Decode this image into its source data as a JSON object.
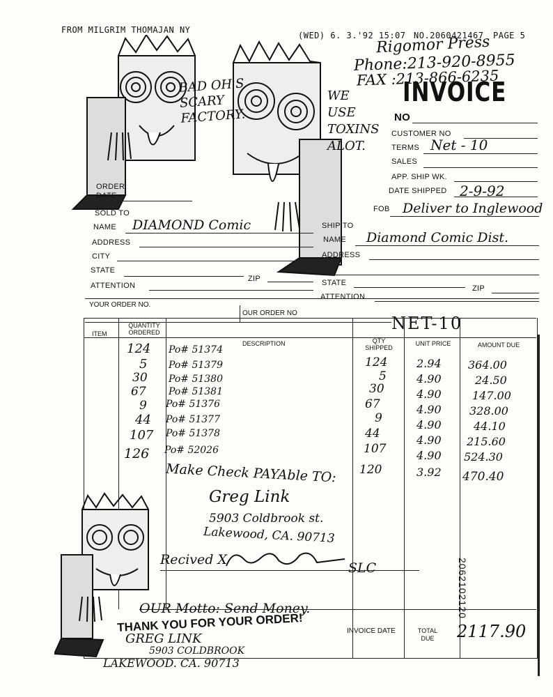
{
  "fax_header": {
    "from": "FROM MILGRIM THOMAJAN NY",
    "datetime": "(WED) 6. 3.'92 15:07",
    "number": "NO.2060421467",
    "page": "PAGE 5"
  },
  "vendor": {
    "name": "Rigomor Press",
    "phone": "Phone:213-920-8955",
    "fax": "FAX :213-866-6235"
  },
  "drawing_text": {
    "bad_ohs": "BAD OH'S SCARY FACTORY.",
    "toxins": "WE USE TOXINS ALOT."
  },
  "invoice": {
    "title": "INVOICE",
    "no_label": "NO",
    "customer_no_label": "CUSTOMER NO",
    "terms_label": "TERMS",
    "terms_value": "Net - 10",
    "sales_label": "SALES",
    "app_ship_label": "APP. SHIP WK.",
    "date_shipped_label": "DATE SHIPPED",
    "date_shipped_value": "2-9-92",
    "order_label": "ORDER",
    "date_label": "DATE",
    "fob_label": "FOB",
    "fob_value": "Deliver to Inglewood"
  },
  "sold_to": {
    "heading": "SOLD TO",
    "name_label": "NAME",
    "name_value": "DIAMOND Comic",
    "address_label": "ADDRESS",
    "city_label": "CITY",
    "state_label": "STATE",
    "zip_label": "ZIP",
    "attention_label": "ATTENTION"
  },
  "ship_to": {
    "heading": "SHIP TO",
    "name_label": "NAME",
    "name_value": "Diamond Comic Dist.",
    "address_label": "ADDRESS",
    "state_label": "STATE",
    "zip_label": "ZIP",
    "attention_label": "ATTENTION"
  },
  "order_info": {
    "your_order_label": "YOUR ORDER NO.",
    "our_order_label": "OUR ORDER NO",
    "terms_note": "NET-10"
  },
  "table": {
    "headers": {
      "item": "ITEM",
      "qty_ordered": "QUANTITY ORDERED",
      "description": "DESCRIPTION",
      "qty_shipped": "QTY SHIPPED",
      "unit_price": "UNIT PRICE",
      "amount_due": "AMOUNT DUE"
    },
    "rows": [
      {
        "ordered": "124",
        "description": "Po# 51374",
        "shipped": "124",
        "unit": "2.94",
        "amount": "364.00"
      },
      {
        "ordered": "5",
        "description": "Po# 51379",
        "shipped": "5",
        "unit": "4.90",
        "amount": "24.50"
      },
      {
        "ordered": "30",
        "description": "Po# 51380",
        "shipped": "30",
        "unit": "4.90",
        "amount": "147.00"
      },
      {
        "ordered": "67",
        "description": "Po# 51381",
        "shipped": "67",
        "unit": "4.90",
        "amount": "328.00"
      },
      {
        "ordered": "9",
        "description": "Po# 51376",
        "shipped": "9",
        "unit": "4.90",
        "amount": "44.10"
      },
      {
        "ordered": "44",
        "description": "Po# 51377",
        "shipped": "44",
        "unit": "4.90",
        "amount": "215.60"
      },
      {
        "ordered": "107",
        "description": "Po# 51378",
        "shipped": "107",
        "unit": "4.90",
        "amount": "524.30"
      },
      {
        "ordered": "126",
        "description": "Po# 52026",
        "shipped": "120",
        "unit": "3.92",
        "amount": "470.40"
      }
    ]
  },
  "payable": {
    "line1": "Make Check PAYAble TO:",
    "name": "Greg Link",
    "street": "5903 Coldbrook st.",
    "city": "Lakewood, CA. 90713",
    "received": "Recived X",
    "initials": "SLC"
  },
  "side_number": "2062102120",
  "footer": {
    "motto": "OUR Motto: Send Money.",
    "thanks": "THANK YOU FOR YOUR ORDER!",
    "sign_name": "GREG LINK",
    "sign_street": "5903 COLDBROOK",
    "sign_city": "LAKEWOOD. CA. 90713",
    "invoice_date_label": "INVOICE DATE",
    "total_due_label": "TOTAL DUE",
    "total_due_value": "2117.90"
  }
}
